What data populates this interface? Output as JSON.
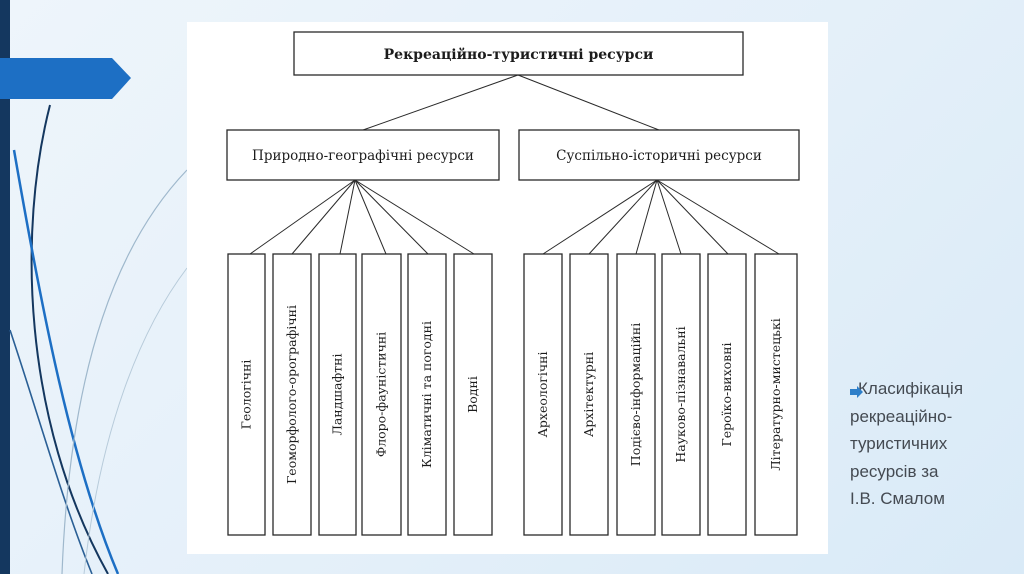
{
  "theme": {
    "accent": "#1d6fc4",
    "accent_dark": "#14375f",
    "background": "#e6f1fa"
  },
  "diagram": {
    "root": "Рекреаційно-туристичні ресурси",
    "branches": [
      {
        "label": "Природно-географічні ресурси",
        "leaves": [
          "Геологічні",
          "Геоморфолого-орографічні",
          "Ландшафтні",
          "Флоро-фауністичні",
          "Кліматичні та погодні",
          "Водні"
        ]
      },
      {
        "label": "Суспільно-історичні ресурси",
        "leaves": [
          "Археологічні",
          "Архітектурні",
          "Подієво-інформаційні",
          "Науково-пізнавальні",
          "Героїко-виховні",
          "Літературно-мистецькі"
        ]
      }
    ]
  },
  "caption": {
    "bullet_icon": "arrow-bullet-icon",
    "lines": [
      "Класифікація",
      "рекреаційно-",
      "туристичних",
      "ресурсів за",
      "І.В. Смалом"
    ]
  }
}
